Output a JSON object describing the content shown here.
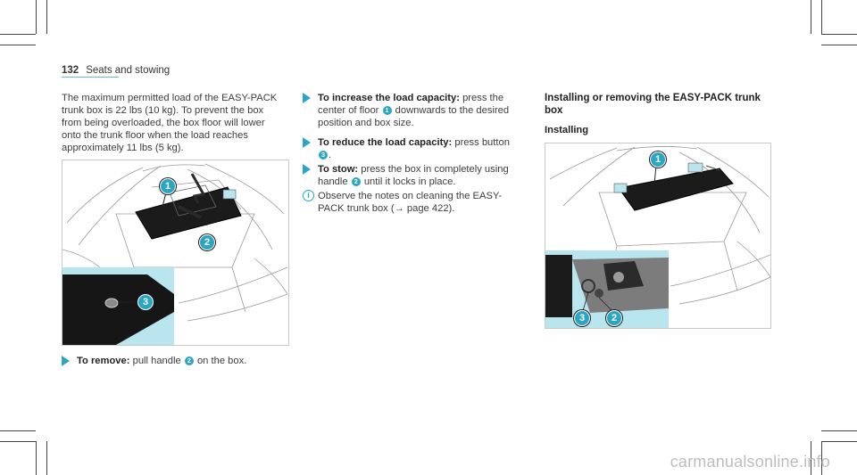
{
  "header": {
    "page_number": "132",
    "section": "Seats and stowing"
  },
  "intro_text": [
    "The maximum permitted load of the EASY-PACK",
    "trunk box is 22 lbs (10 kg). To prevent the box",
    "from being overloaded, the box floor will lower",
    "onto the trunk floor when the load reaches",
    "approximately 11 lbs (5 kg)."
  ],
  "figure_labels": {
    "one": "1",
    "two": "2",
    "three": "3"
  },
  "remove_step": {
    "label": "To remove:",
    "text_a": "pull handle",
    "num": "2",
    "text_b": "on the box."
  },
  "increase_step": {
    "label": "To increase the load capacity:",
    "line1_rest": "press the",
    "line2_a": "center of floor",
    "num": "1",
    "line2_b": "downwards to the desired",
    "line3": "position and box size."
  },
  "reduce_step": {
    "label": "To reduce the load capacity:",
    "line1_rest": "press button",
    "num": "3",
    "line2_rest": "."
  },
  "stow_step": {
    "label": "To stow:",
    "line1_rest": "press the box in completely using",
    "line2_a": "handle",
    "num": "2",
    "line2_b": "until it locks in place."
  },
  "note": {
    "icon": "info-icon",
    "line1": "Observe the notes on cleaning the EASY-",
    "line2": "PACK trunk box (→ page 422)."
  },
  "section_heading": {
    "line1": "Installing or removing the EASY-PACK trunk",
    "line2": "box"
  },
  "subheading": "Installing",
  "watermark": "carmanualsonline.info",
  "colors": {
    "accent": "#2aa6c4",
    "panel": "#b9e6ee"
  }
}
